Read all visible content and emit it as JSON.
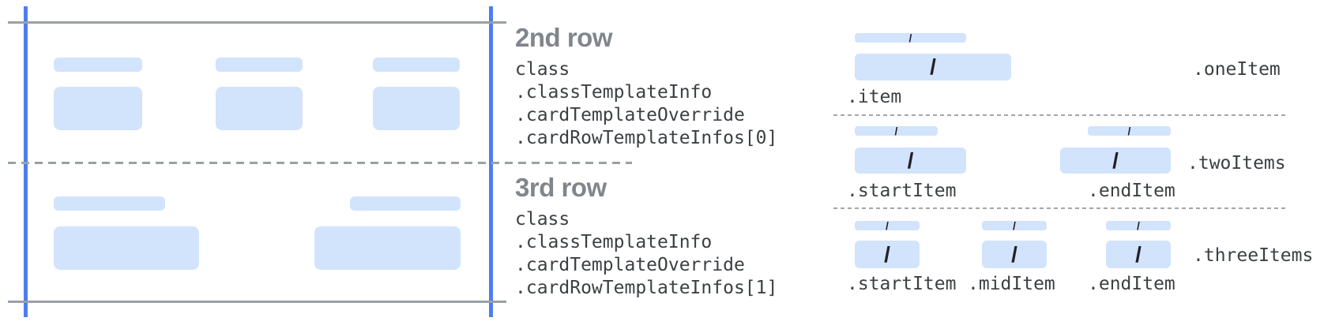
{
  "rows": [
    {
      "heading": "2nd row",
      "code_lines": [
        "class",
        ".classTemplateInfo",
        ".cardTemplateOverride",
        ".cardRowTemplateInfos[0]"
      ]
    },
    {
      "heading": "3rd row",
      "code_lines": [
        "class",
        ".classTemplateInfo",
        ".cardTemplateOverride",
        ".cardRowTemplateInfos[1]"
      ]
    }
  ],
  "layouts": [
    {
      "name": ".oneItem",
      "item_labels": [
        ".item"
      ]
    },
    {
      "name": ".twoItems",
      "item_labels": [
        ".startItem",
        ".endItem"
      ]
    },
    {
      "name": ".threeItems",
      "item_labels": [
        ".startItem",
        ".midItem",
        ".endItem"
      ]
    }
  ],
  "glyphs": {
    "slash": "/"
  },
  "colors": {
    "bar_fill": "#d2e3fc",
    "guide_blue": "#4d7eed",
    "line_gray": "#9aa0a6",
    "dash_gray": "#a2a7ac",
    "heading_gray": "#80868b",
    "code_text": "#3c4043",
    "slash_dark": "#202124"
  }
}
